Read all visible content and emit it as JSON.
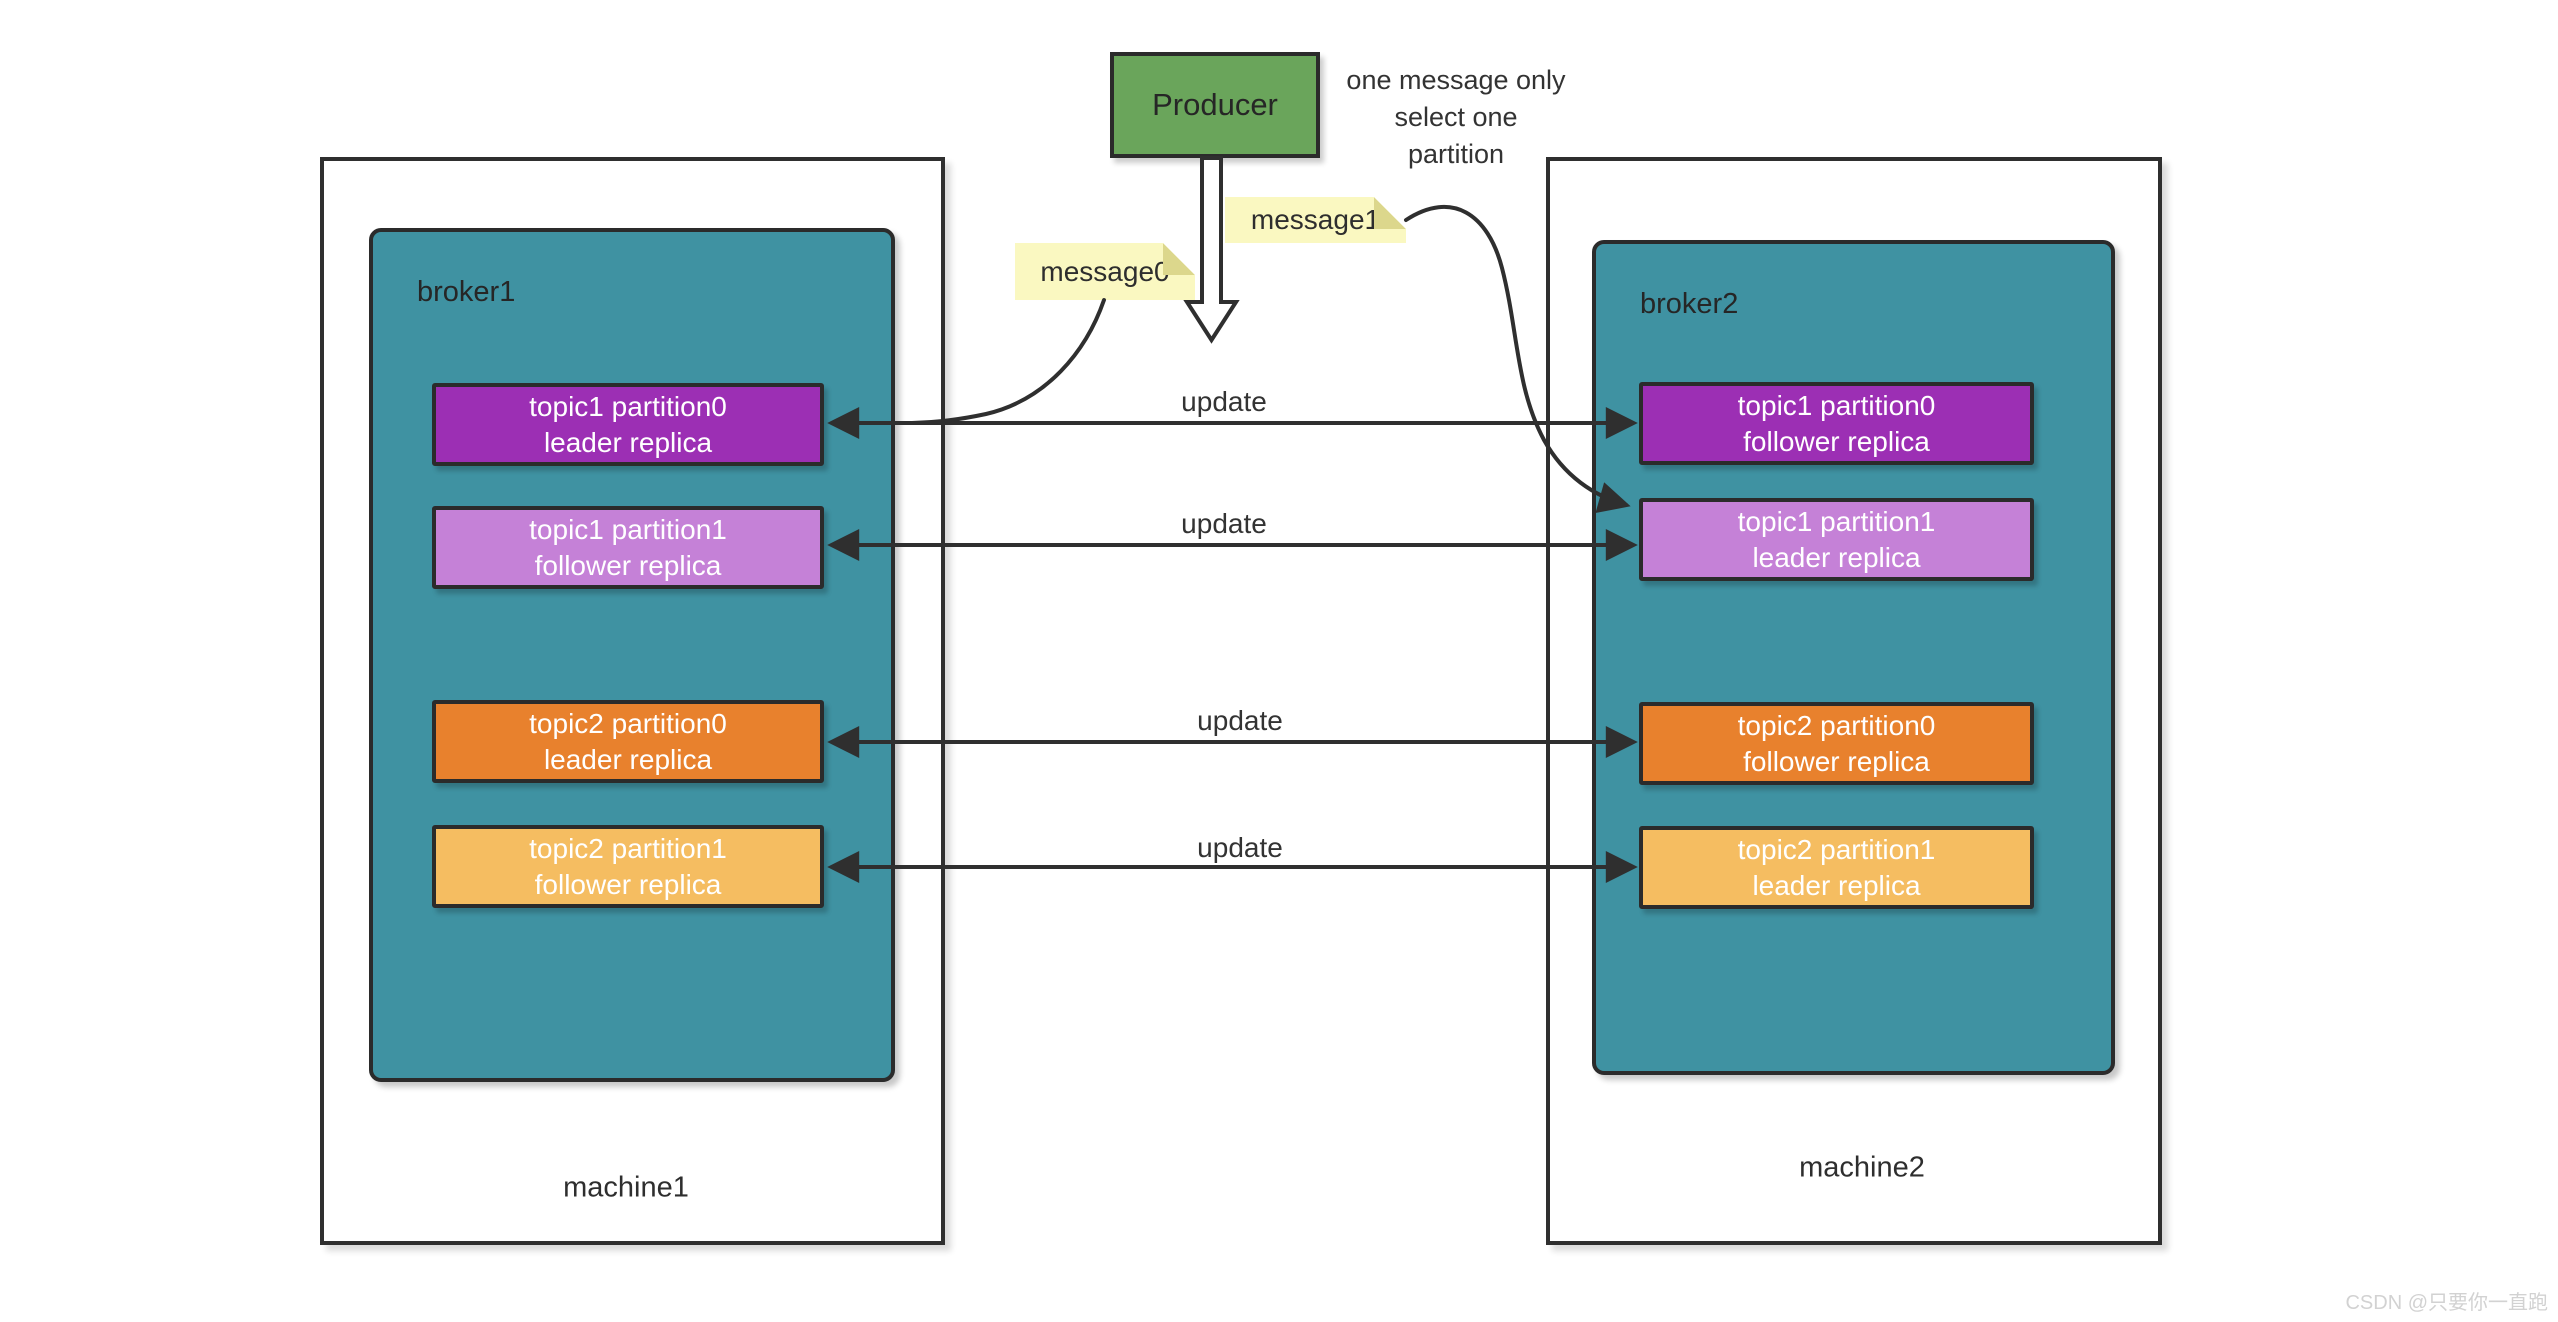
{
  "producer": {
    "label": "Producer",
    "color": "#6AA55B"
  },
  "annotation": {
    "lines": [
      "one message only",
      "select one",
      "partition"
    ]
  },
  "notes": [
    {
      "label": "message0"
    },
    {
      "label": "message1"
    }
  ],
  "update_label": "update",
  "machines": [
    {
      "label": "machine1"
    },
    {
      "label": "machine2"
    }
  ],
  "brokers": [
    {
      "label": "broker1",
      "partitions": [
        {
          "title": "topic1 partition0",
          "role": "leader replica",
          "color": "#9C2FB4"
        },
        {
          "title": "topic1 partition1",
          "role": "follower replica",
          "color": "#C581D7"
        },
        {
          "title": "topic2 partition0",
          "role": "leader replica",
          "color": "#E8812D"
        },
        {
          "title": "topic2 partition1",
          "role": "follower replica",
          "color": "#F5BD61"
        }
      ]
    },
    {
      "label": "broker2",
      "partitions": [
        {
          "title": "topic1 partition0",
          "role": "follower replica",
          "color": "#9C2FB4"
        },
        {
          "title": "topic1 partition1",
          "role": "leader replica",
          "color": "#C581D7"
        },
        {
          "title": "topic2 partition0",
          "role": "follower replica",
          "color": "#E8812D"
        },
        {
          "title": "topic2 partition1",
          "role": "leader replica",
          "color": "#F5BD61"
        }
      ]
    }
  ],
  "colors": {
    "background": "#FFFFFF",
    "broker_teal": "#3F92A2",
    "border": "#2F2F2F",
    "arrow": "#2F2F2F",
    "text_dark": "#2E2E2E",
    "partition_text": "#FFFFFF",
    "producer_green": "#6AA55B",
    "note_fill": "#FAF8C1",
    "note_fold": "#DCD78C",
    "watermark_gray": "#D2D2D2"
  },
  "watermark": "CSDN @只要你一直跑"
}
